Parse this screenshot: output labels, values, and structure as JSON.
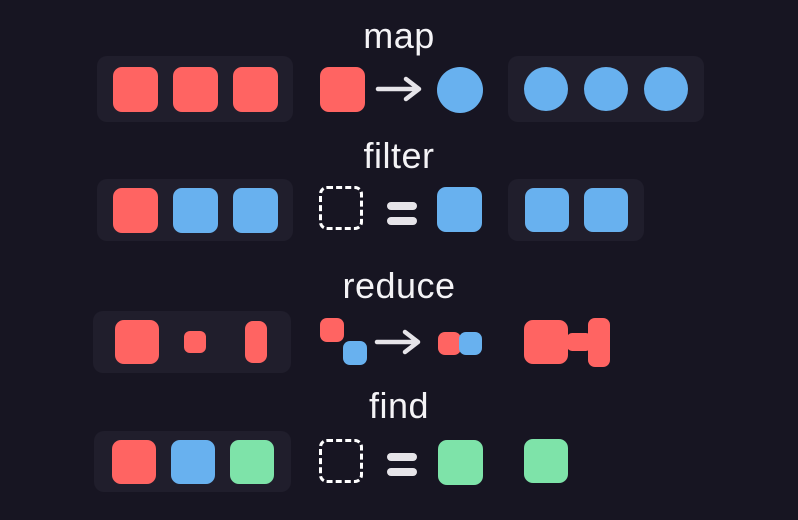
{
  "title": "array methods diagram",
  "colors": {
    "background": "#171522",
    "panel": "#201e2c",
    "red": "#ff6462",
    "blue": "#68b1ef",
    "green": "#7ee3a9",
    "text": "#f4f3f6",
    "symbol": "#e6e4e9",
    "dashed_outline": "#ffffff"
  },
  "rows": {
    "map": {
      "label": "map",
      "input_items": [
        "red-square",
        "red-square",
        "red-square"
      ],
      "operation": {
        "from": "red-square",
        "symbol": "arrow-right",
        "to": "blue-circle"
      },
      "output_items": [
        "blue-circle",
        "blue-circle",
        "blue-circle"
      ]
    },
    "filter": {
      "label": "filter",
      "input_items": [
        "red-square",
        "blue-square",
        "blue-square"
      ],
      "operation": {
        "from": "empty-dashed-square",
        "symbol": "equals",
        "to": "blue-square"
      },
      "output_items": [
        "blue-square",
        "blue-square"
      ]
    },
    "reduce": {
      "label": "reduce",
      "input_items": [
        "red-square-large",
        "red-square-small",
        "red-rect-tall"
      ],
      "operation": {
        "from": "red-square-small-overlapping-blue-square-small",
        "symbol": "arrow-right",
        "to": "red-and-blue-pair"
      },
      "output_items": [
        "red-merged-dumbbell-shape"
      ]
    },
    "find": {
      "label": "find",
      "input_items": [
        "red-square",
        "blue-square",
        "green-square"
      ],
      "operation": {
        "from": "empty-dashed-square",
        "symbol": "equals",
        "to": "green-square"
      },
      "output_items": [
        "green-square"
      ]
    }
  }
}
